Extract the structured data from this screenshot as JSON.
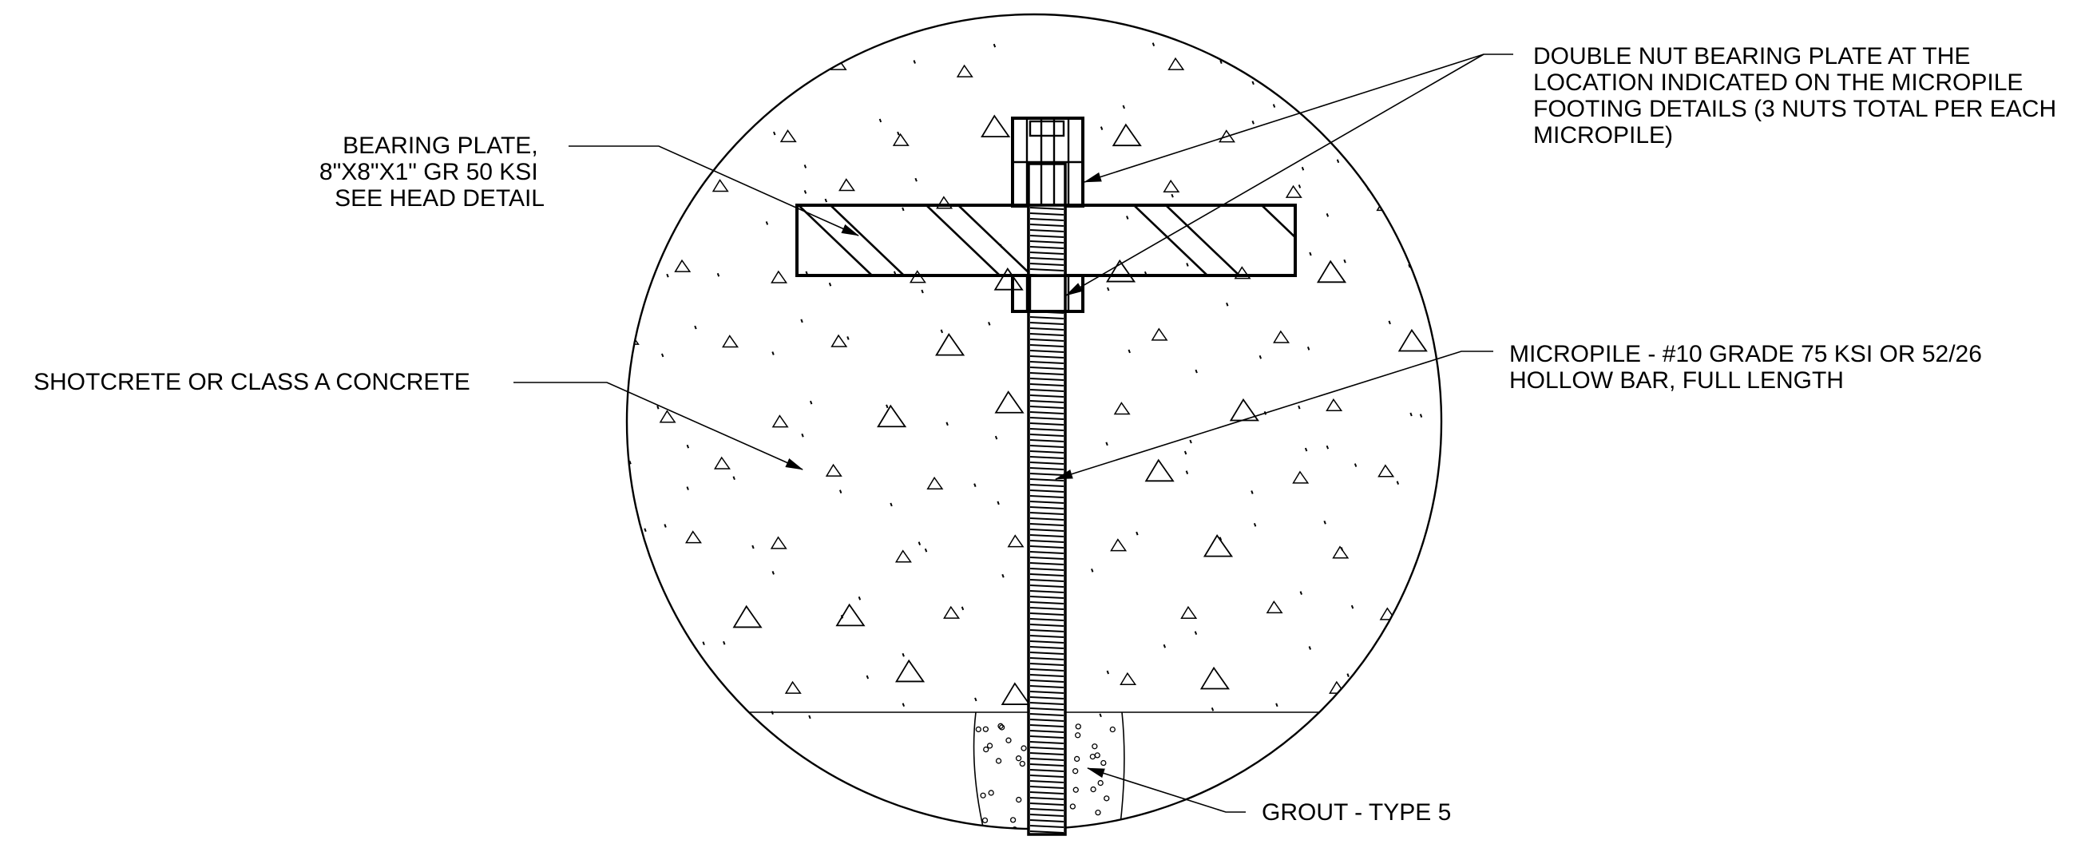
{
  "labels": {
    "double_nut": [
      "DOUBLE NUT BEARING PLATE AT THE",
      "LOCATION INDICATED ON THE MICROPILE",
      "FOOTING DETAILS (3 NUTS TOTAL PER EACH",
      "MICROPILE)"
    ],
    "bearing_plate": [
      "BEARING PLATE,",
      "8\"X8\"X1\" GR 50 KSI",
      "SEE HEAD DETAIL"
    ],
    "shotcrete": [
      "SHOTCRETE OR CLASS A CONCRETE"
    ],
    "micropile": [
      "MICROPILE - #10 GRADE 75 KSI OR 52/26",
      "HOLLOW BAR, FULL LENGTH"
    ],
    "grout": [
      "GROUT - TYPE 5"
    ]
  }
}
